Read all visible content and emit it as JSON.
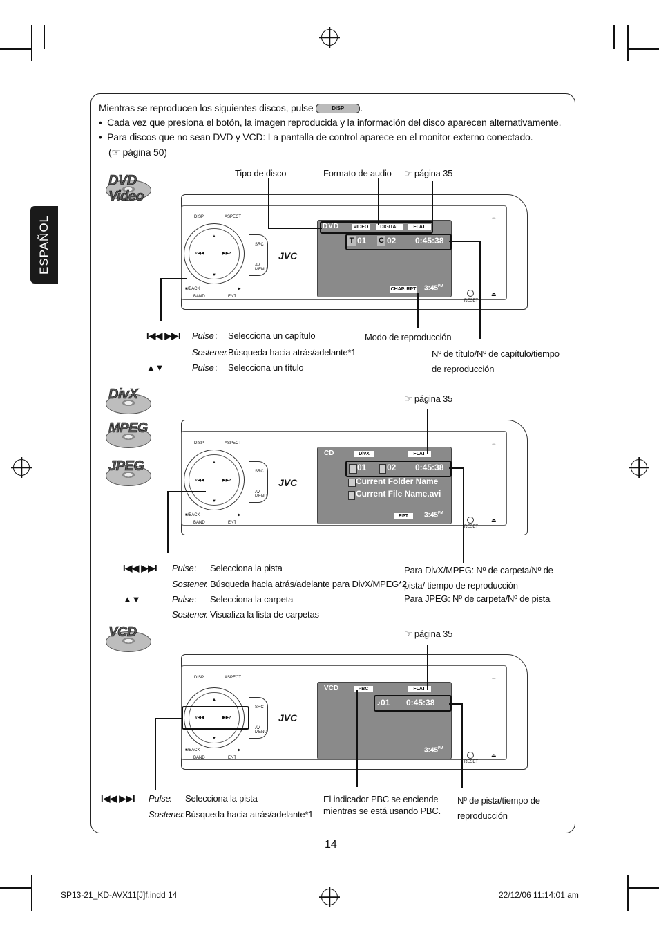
{
  "side_tab": "ESPAÑOL",
  "intro": {
    "line1_pre": "Mientras se reproducen los siguientes discos, pulse",
    "disp_key": "DISP",
    "bullet1": "Cada vez que presiona el botón, la imagen reproducida y la información del disco aparecen alternativamente.",
    "bullet2": "Para discos que no sean DVD y VCD: La pantalla de control aparece en el monitor externo conectado.",
    "bullet2_ref": "(☞ página 50)"
  },
  "badges": [
    "DVD Video",
    "DivX",
    "MPEG",
    "JPEG",
    "VCD"
  ],
  "dvd": {
    "label_disc_type": "Tipo de disco",
    "label_audio_format": "Formato de audio",
    "label_page": "☞ página 35",
    "screen": {
      "disc": "DVD",
      "video": "VIDEO",
      "digital": "DIGITAL",
      "flat": "FLAT",
      "t": "T",
      "title": "01",
      "c": "C",
      "chapter": "02",
      "time": "0:45:38",
      "mode": "CHAP. RPT",
      "clock": "3:45",
      "pm": "PM"
    },
    "label_play_mode": "Modo de reproducción",
    "label_title_info": "Nº de título/Nº de capítulo/tiempo de reproducción",
    "ctl": [
      {
        "key": "I◀◀ ▶▶I",
        "action": "Pulse",
        "desc": "Selecciona un capítulo"
      },
      {
        "key": "",
        "action": "Sostener",
        "desc": "Búsqueda hacia atrás/adelante*1"
      },
      {
        "key": "▲▼",
        "action": "Pulse",
        "desc": "Selecciona un título"
      }
    ]
  },
  "divx": {
    "label_page": "☞ página 35",
    "screen": {
      "disc": "CD",
      "fmt": "DivX",
      "flat": "FLAT",
      "folder": "01",
      "track": "02",
      "time": "0:45:38",
      "folder_name": "Current Folder Name",
      "file_name": "Current File Name.avi",
      "mode": "RPT",
      "clock": "3:45",
      "pm": "PM"
    },
    "ctl": [
      {
        "key": "I◀◀ ▶▶I",
        "action": "Pulse",
        "desc": "Selecciona la pista"
      },
      {
        "key": "",
        "action": "Sostener",
        "desc": "Búsqueda hacia atrás/adelante para DivX/MPEG*2"
      },
      {
        "key": "▲▼",
        "action": "Pulse",
        "desc": "Selecciona la carpeta"
      },
      {
        "key": "",
        "action": "Sostener",
        "desc": "Visualiza la lista de carpetas"
      }
    ],
    "info1": "Para DivX/MPEG: Nº de carpeta/Nº de pista/ tiempo de reproducción",
    "info2": "Para JPEG: Nº de carpeta/Nº de pista"
  },
  "vcd": {
    "label_page": "☞ página 35",
    "screen": {
      "disc": "VCD",
      "pbc": "PBC",
      "flat": "FLAT",
      "track": "01",
      "time": "0:45:38",
      "clock": "3:45",
      "pm": "PM"
    },
    "ctl": [
      {
        "key": "I◀◀ ▶▶I",
        "action": "Pulse",
        "desc": "Selecciona la pista"
      },
      {
        "key": "",
        "action": "Sostener",
        "desc": "Búsqueda hacia atrás/adelante*1"
      }
    ],
    "pbc_note": "El indicador PBC se enciende mientras se está usando PBC.",
    "track_info": "Nº de pista/tiempo de reproducción"
  },
  "unit_labels": {
    "disp": "DISP",
    "aspect": "ASPECT",
    "src": "SRC",
    "av_menu": "AV MENU",
    "back": "■/BACK",
    "band": "BAND",
    "ent": "ENT",
    "brand": "JVC",
    "reset": "RESET"
  },
  "page_number": "14",
  "footer": {
    "file": "SP13-21_KD-AVX11[J]f.indd   14",
    "date": "22/12/06   11:14:01 am"
  }
}
